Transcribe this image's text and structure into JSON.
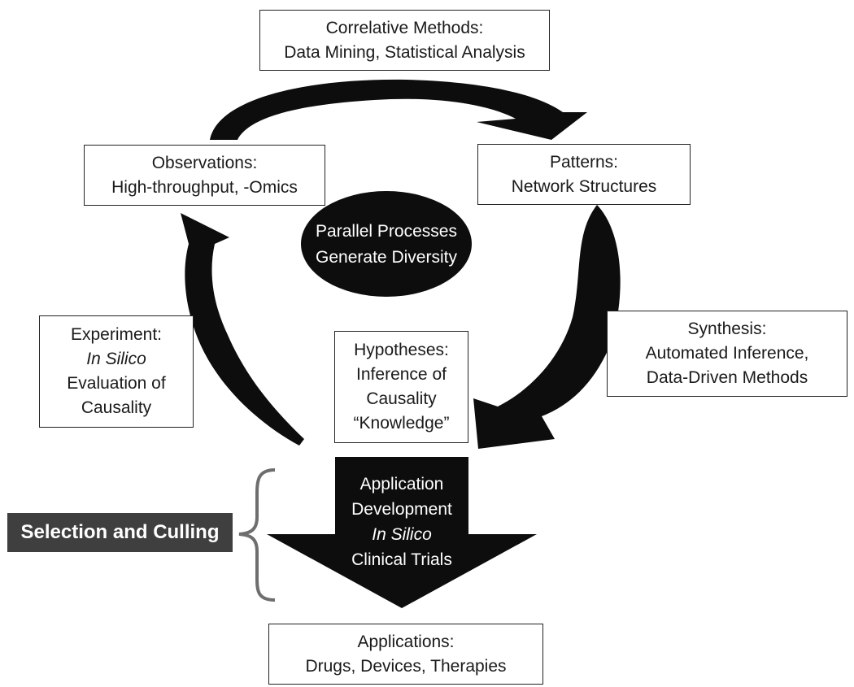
{
  "correlative": {
    "title": "Correlative Methods:",
    "subtitle": "Data Mining, Statistical Analysis"
  },
  "observations": {
    "title": "Observations:",
    "subtitle": "High-throughput, -Omics"
  },
  "patterns": {
    "title": "Patterns:",
    "subtitle": "Network Structures"
  },
  "center": {
    "line1": "Parallel Processes",
    "line2": "Generate Diversity"
  },
  "experiment": {
    "title": "Experiment:",
    "line1": "In Silico",
    "line2": "Evaluation of",
    "line3": "Causality"
  },
  "hypotheses": {
    "title": "Hypotheses:",
    "line1": "Inference of",
    "line2": "Causality",
    "line3": "“Knowledge”"
  },
  "synthesis": {
    "title": "Synthesis:",
    "line1": "Automated Inference,",
    "line2": "Data-Driven Methods"
  },
  "application_dev": {
    "line1": "Application",
    "line2": "Development",
    "line3": "In Silico",
    "line4": "Clinical Trials"
  },
  "selection": {
    "label": "Selection and Culling"
  },
  "applications": {
    "title": "Applications:",
    "subtitle": "Drugs, Devices, Therapies"
  },
  "colors": {
    "arrow": "#0d0d0d",
    "label_bg": "#3f3f3f",
    "brace": "#6e6e6e"
  }
}
